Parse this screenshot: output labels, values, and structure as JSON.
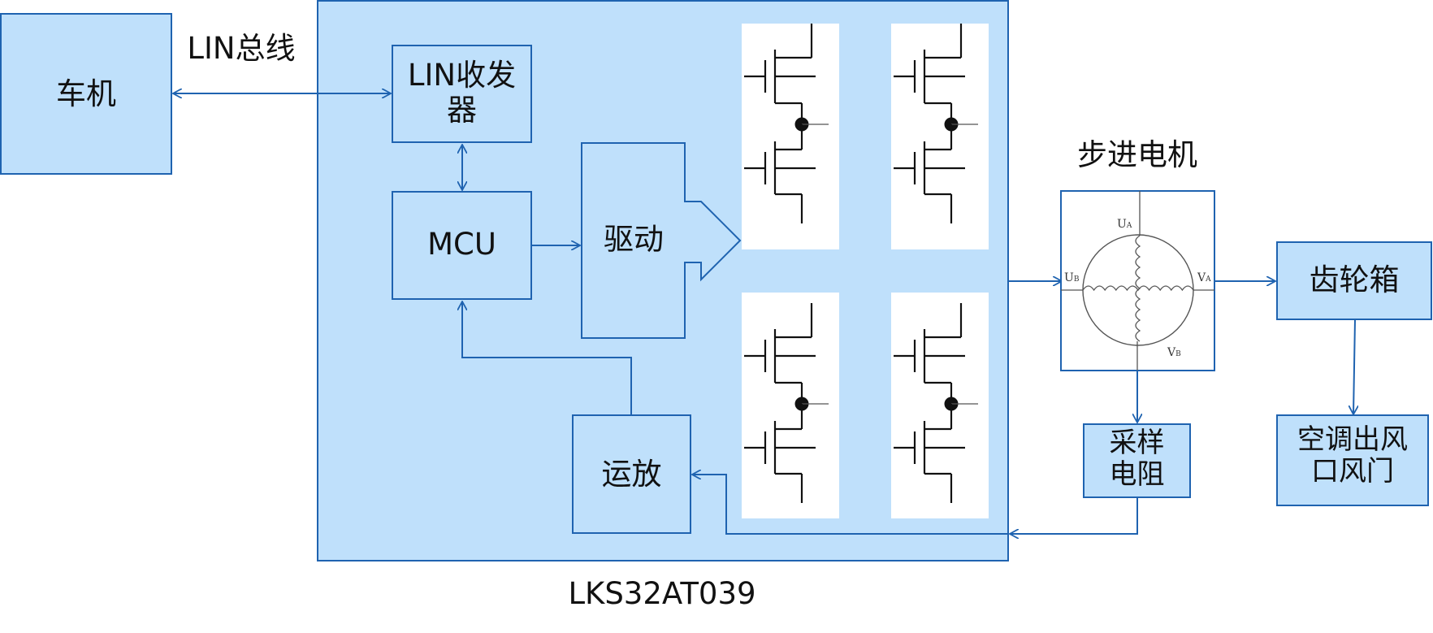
{
  "labels": {
    "head_unit": "车机",
    "lin_bus": "LIN总线",
    "lin_transceiver_line1": "LIN收发",
    "lin_transceiver_line2": "器",
    "mcu": "MCU",
    "driver": "驱动",
    "op_amp": "运放",
    "chip": "LKS32AT039",
    "stepper_motor": "步进电机",
    "gearbox": "齿轮箱",
    "sampling_resistor_line1": "采样",
    "sampling_resistor_line2": "电阻",
    "vent_door_line1": "空调出风",
    "vent_door_line2": "口风门"
  },
  "motor_terminals": {
    "ua": {
      "base": "U",
      "sub": "A"
    },
    "ub": {
      "base": "U",
      "sub": "B"
    },
    "va": {
      "base": "V",
      "sub": "A"
    },
    "vb": {
      "base": "V",
      "sub": "B"
    }
  },
  "colors": {
    "box_fill": "#bfe0fb",
    "box_stroke": "#1f63b0",
    "connector": "#1f63b0",
    "mosfet": "#111111"
  }
}
